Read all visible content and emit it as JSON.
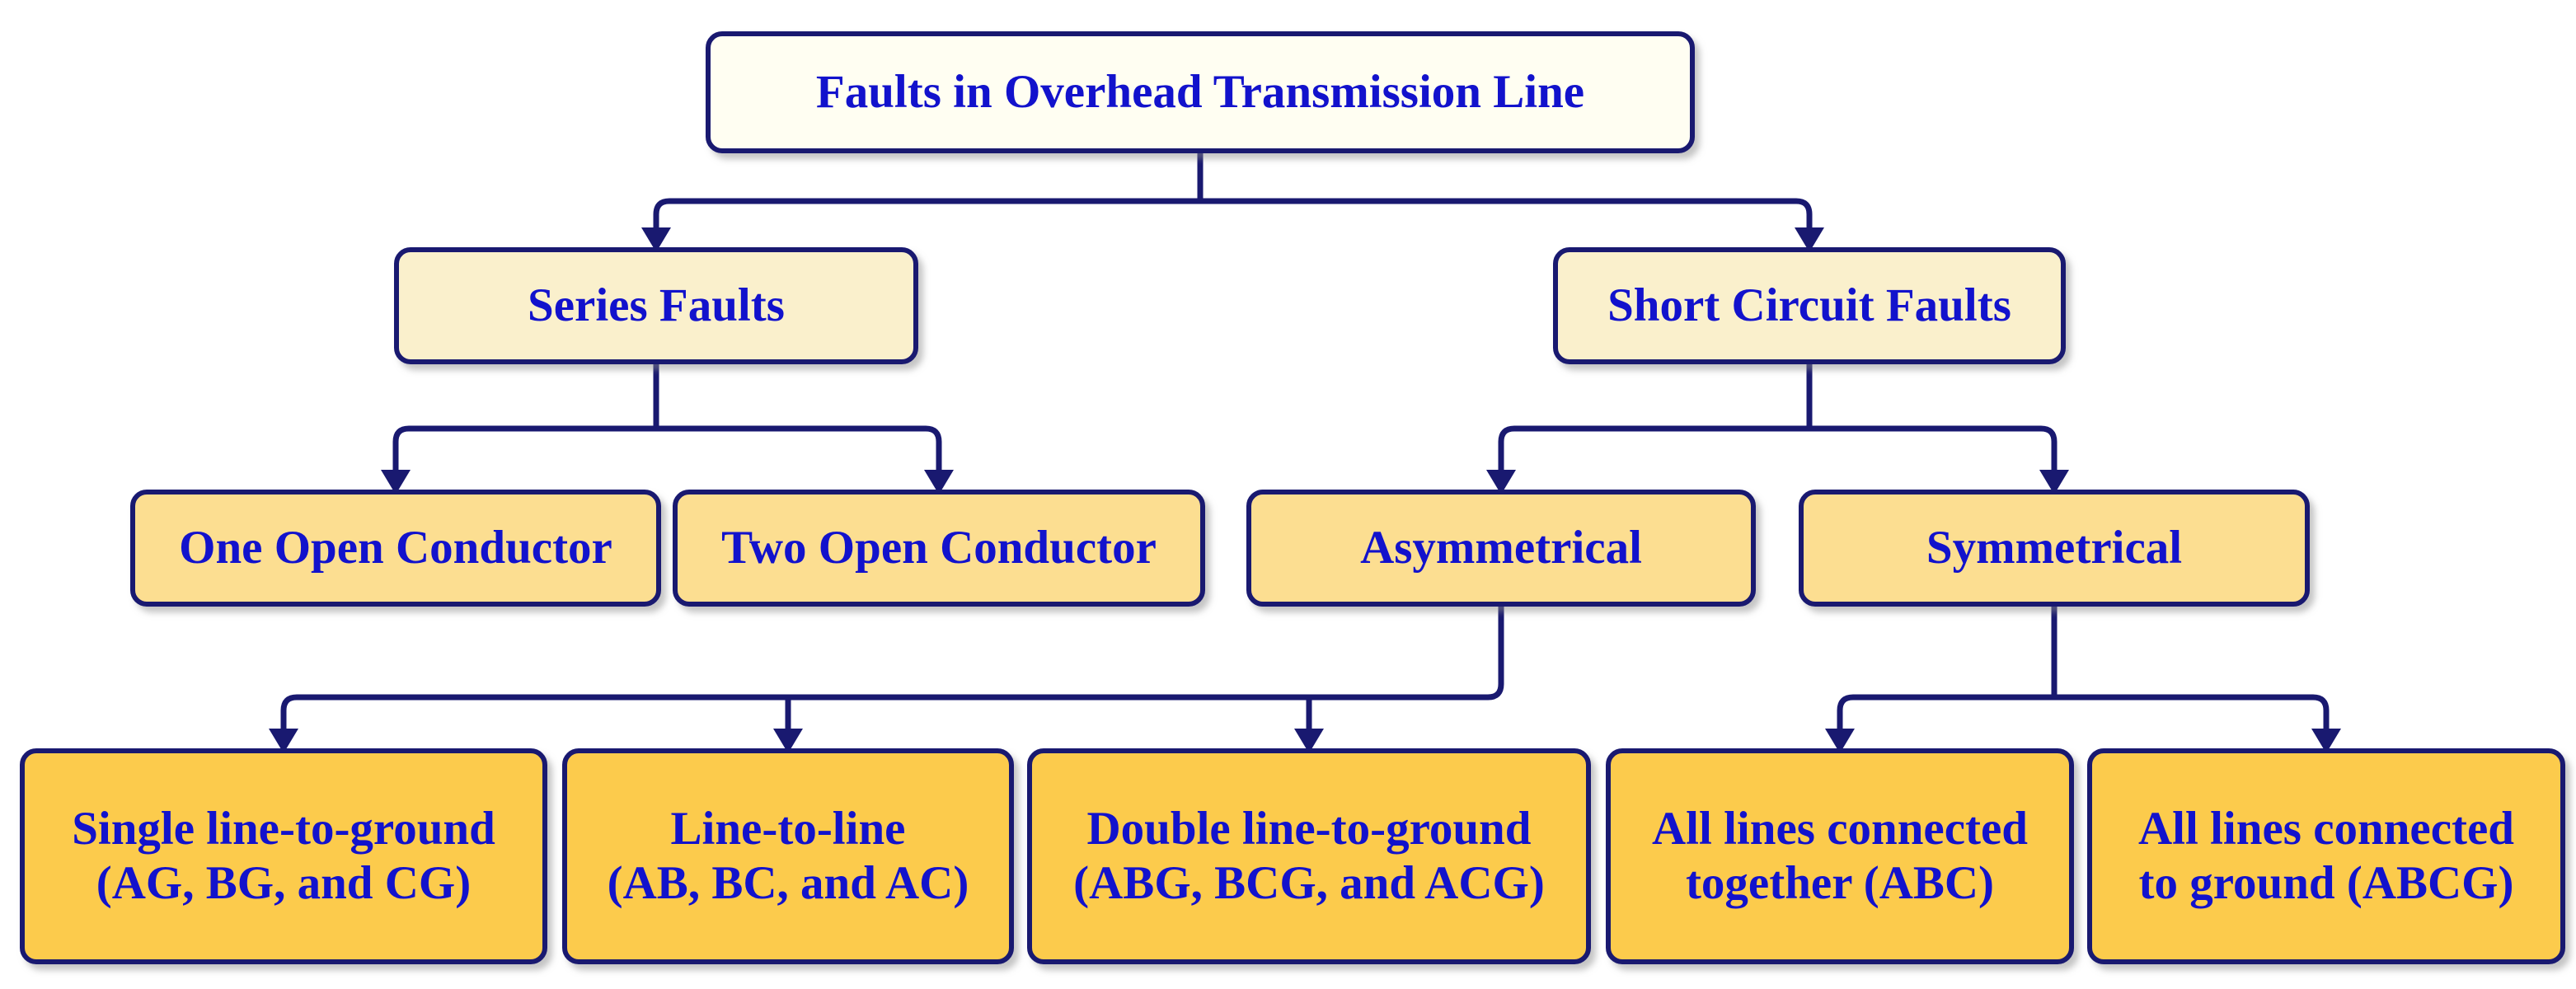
{
  "diagram": {
    "type": "flowchart-hierarchy",
    "root": {
      "label": "Faults in Overhead Transmission Line"
    },
    "level2": [
      {
        "id": "series",
        "label": "Series Faults"
      },
      {
        "id": "short-circuit",
        "label": "Short Circuit Faults"
      }
    ],
    "level3": [
      {
        "id": "one-open-conductor",
        "label": "One Open Conductor",
        "parent": "series"
      },
      {
        "id": "two-open-conductor",
        "label": "Two Open Conductor",
        "parent": "series"
      },
      {
        "id": "asymmetrical",
        "label": "Asymmetrical",
        "parent": "short-circuit"
      },
      {
        "id": "symmetrical",
        "label": "Symmetrical",
        "parent": "short-circuit"
      }
    ],
    "level4": [
      {
        "id": "single-line-to-ground",
        "line1": "Single line-to-ground",
        "line2": "(AG, BG, and CG)",
        "parent": "asymmetrical"
      },
      {
        "id": "line-to-line",
        "line1": "Line-to-line",
        "line2": "(AB, BC, and AC)",
        "parent": "asymmetrical"
      },
      {
        "id": "double-line-to-ground",
        "line1": "Double line-to-ground",
        "line2": "(ABG, BCG, and ACG)",
        "parent": "asymmetrical"
      },
      {
        "id": "all-lines-together",
        "line1": "All lines connected",
        "line2": "together (ABC)",
        "parent": "symmetrical"
      },
      {
        "id": "all-lines-to-ground",
        "line1": "All lines connected",
        "line2": "to ground (ABCG)",
        "parent": "symmetrical"
      }
    ],
    "colors": {
      "border": "#191970",
      "text": "#1212cc",
      "root_fill": "#fffef2",
      "level2_fill": "#faf0cc",
      "level3_fill": "#fcde91",
      "level4_fill": "#fccb4c",
      "connector": "#191970"
    }
  }
}
